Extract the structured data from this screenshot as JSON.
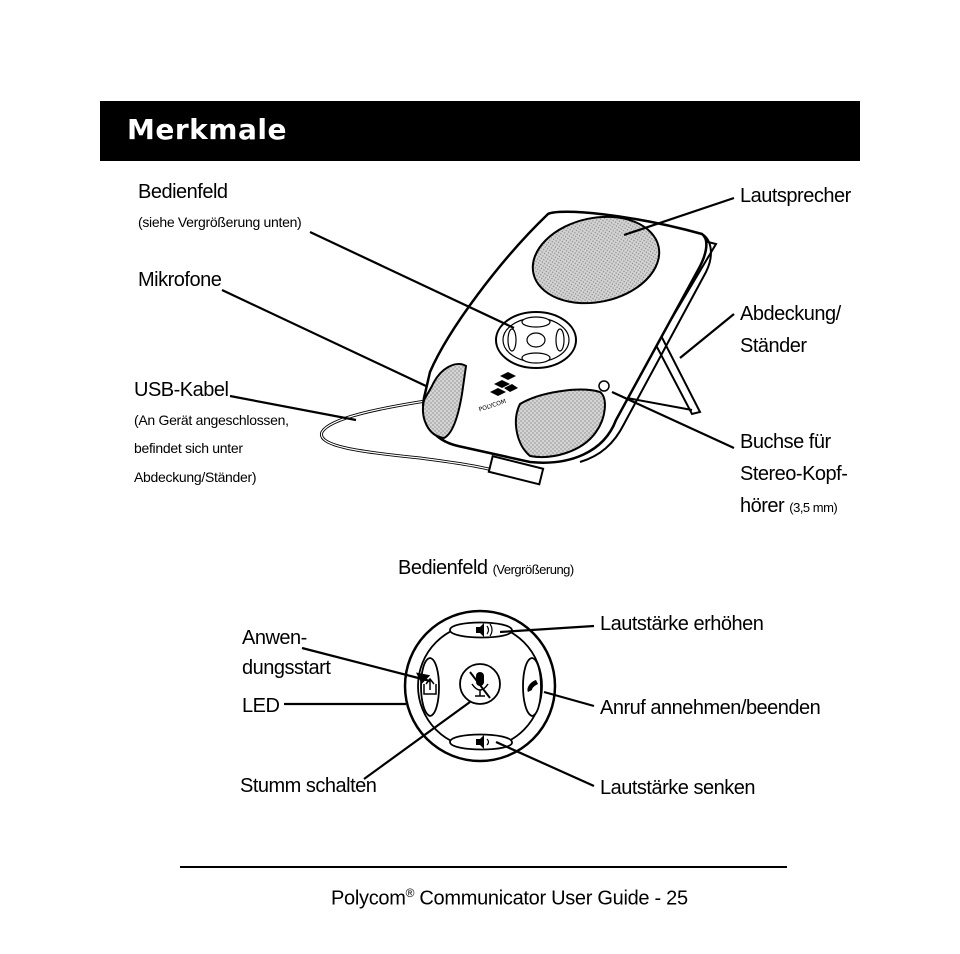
{
  "header": {
    "title": "Merkmale"
  },
  "device_labels": {
    "bedienfeld": "Bedienfeld",
    "bedienfeld_note": "(siehe Vergrößerung unten)",
    "mikrofone": "Mikrofone",
    "usb_kabel": "USB-Kabel",
    "usb_note_1": "(An Gerät angeschlossen,",
    "usb_note_2": "befindet sich unter",
    "usb_note_3": "Abdeckung/Ständer)",
    "lautsprecher": "Lautsprecher",
    "abdeckung_1": "Abdeckung/",
    "abdeckung_2": "Ständer",
    "buchse_1": "Buchse für",
    "buchse_2": "Stereo-Kopf-",
    "buchse_3": "hörer",
    "buchse_note": "(3,5 mm)",
    "brand_mark": "POLYCOM"
  },
  "panel_section": {
    "title": "Bedienfeld",
    "title_note": "(Vergrößerung)"
  },
  "panel_labels": {
    "anwendung_1": "Anwen-",
    "anwendung_2": "dungsstart",
    "led": "LED",
    "stumm": "Stumm schalten",
    "vol_up": "Lautstärke erhöhen",
    "call": "Anruf annehmen/beenden",
    "vol_down": "Lautstärke senken"
  },
  "footer": {
    "brand": "Polycom",
    "mark": "®",
    "text": " Communicator User Guide - 25"
  }
}
